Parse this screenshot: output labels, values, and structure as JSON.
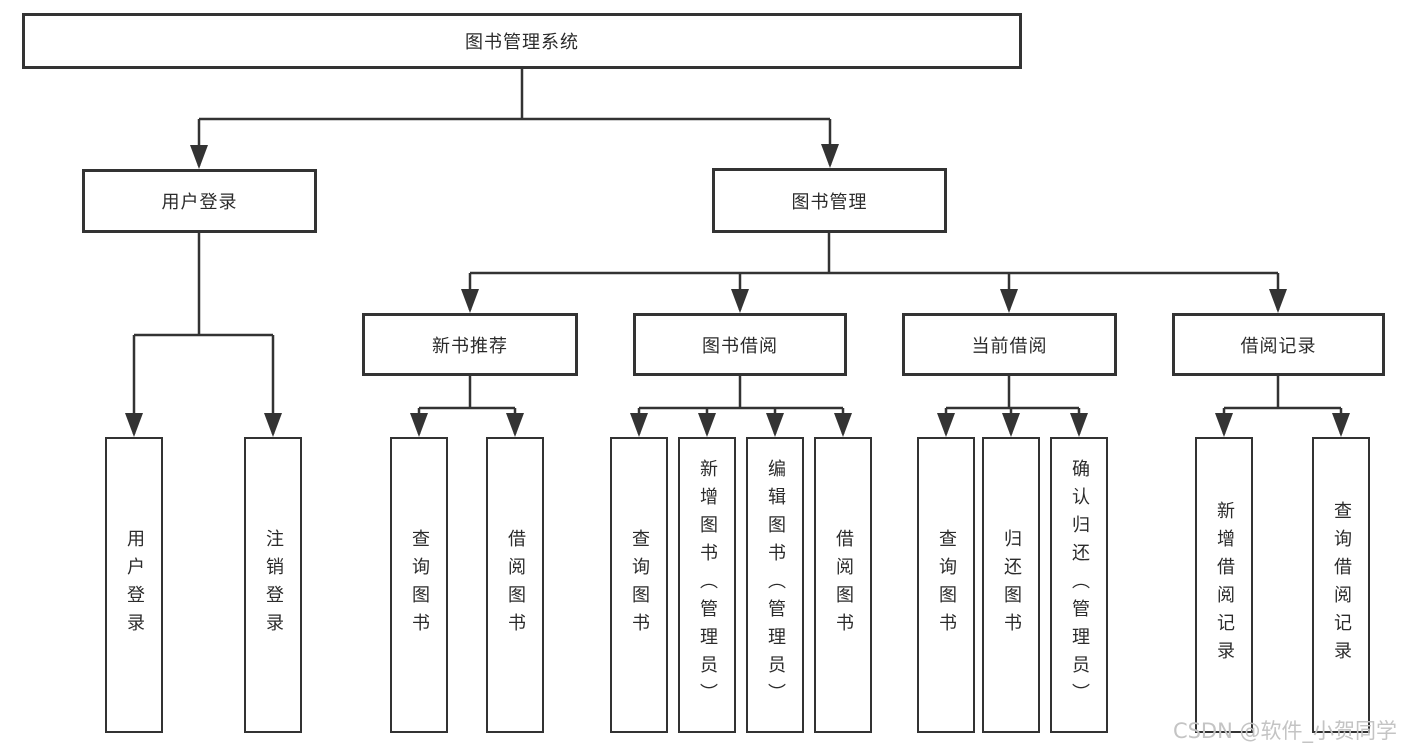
{
  "watermark": {
    "text": "CSDN @软件_小贺同学",
    "color": "#c4c4c4"
  },
  "diagram": {
    "type": "hierarchy",
    "colors": {
      "line": "#333333",
      "border": "#333333",
      "text": "#2b2b2b",
      "background": "#ffffff"
    },
    "root": {
      "label": "图书管理系统"
    },
    "branches": [
      {
        "label": "用户登录",
        "children": [
          {
            "label": "用户登录"
          },
          {
            "label": "注销登录"
          }
        ]
      },
      {
        "label": "图书管理",
        "groups": [
          {
            "label": "新书推荐",
            "children": [
              {
                "label": "查询图书"
              },
              {
                "label": "借阅图书"
              }
            ]
          },
          {
            "label": "图书借阅",
            "children": [
              {
                "label": "查询图书"
              },
              {
                "label": "新增图书（管理员）"
              },
              {
                "label": "编辑图书（管理员）"
              },
              {
                "label": "借阅图书"
              }
            ]
          },
          {
            "label": "当前借阅",
            "children": [
              {
                "label": "查询图书"
              },
              {
                "label": "归还图书"
              },
              {
                "label": "确认归还（管理员）"
              }
            ]
          },
          {
            "label": "借阅记录",
            "children": [
              {
                "label": "新增借阅记录"
              },
              {
                "label": "查询借阅记录"
              }
            ]
          }
        ]
      }
    ]
  }
}
